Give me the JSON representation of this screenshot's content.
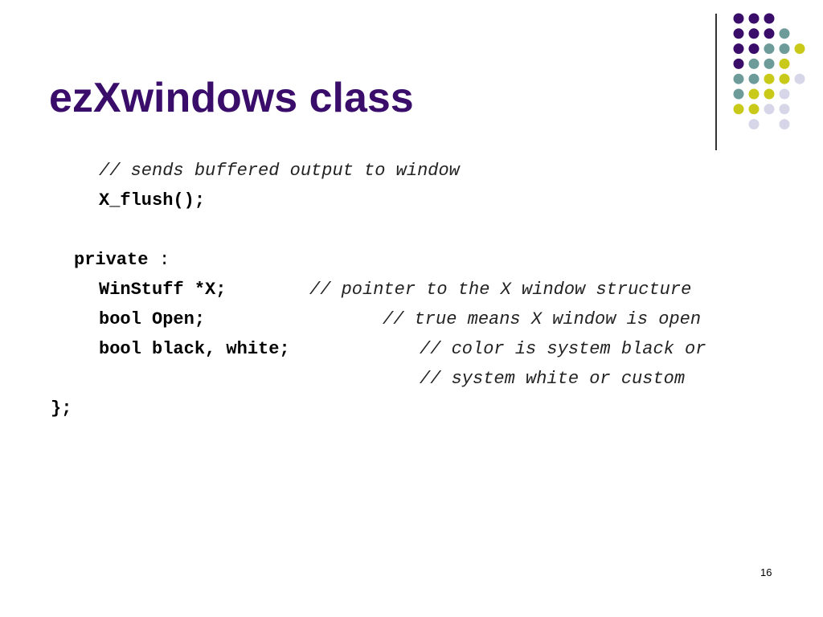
{
  "slide": {
    "title": "ezXwindows class",
    "page_number": "16",
    "code": {
      "comment_flush": "// sends buffered output to window",
      "flush_call": "X_flush();",
      "private_keyword": "private",
      "private_colon": ":",
      "winstuff_decl": "WinStuff *X;",
      "winstuff_comment": "// pointer to the X window structure",
      "open_decl": "bool Open;",
      "open_comment": "// true means X window is open",
      "color_decl": "bool black, white;",
      "color_comment_1": "// color is system black or",
      "color_comment_2": "// system white or custom",
      "closing": "};"
    }
  },
  "decoration": {
    "colors": {
      "purple": "#3b0d6b",
      "teal": "#6c9b9a",
      "yellow": "#c9c91a",
      "lavender": "#d6d6e8"
    }
  }
}
